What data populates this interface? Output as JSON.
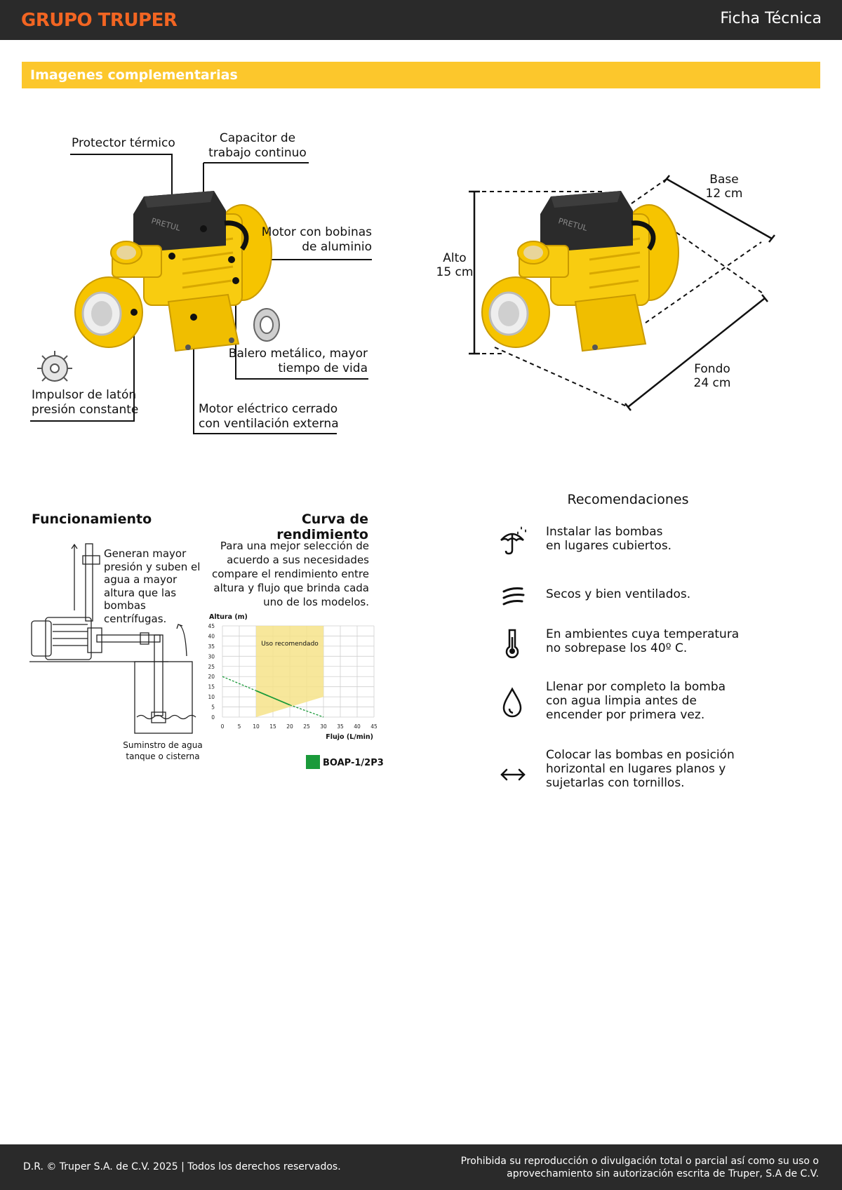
{
  "header": {
    "brand": "GRUPO TRUPER",
    "doc_type": "Ficha Técnica"
  },
  "section": {
    "title": "Imagenes complementarias"
  },
  "features": {
    "protector": "Protector térmico",
    "capacitor_l1": "Capacitor de",
    "capacitor_l2": "trabajo continuo",
    "motor_bobinas_l1": "Motor con bobinas",
    "motor_bobinas_l2": "de aluminio",
    "balero_l1": "Balero metálico, mayor",
    "balero_l2": "tiempo de vida",
    "impulsor_l1": "Impulsor de latón",
    "impulsor_l2": "presión constante",
    "motor_electrico_l1": "Motor eléctrico cerrado",
    "motor_electrico_l2": "con ventilación externa",
    "pump_brand": "PRETUL"
  },
  "dimensions": {
    "alto_label": "Alto",
    "alto_value": "15 cm",
    "base_label": "Base",
    "base_value": "12 cm",
    "fondo_label": "Fondo",
    "fondo_value": "24 cm"
  },
  "funcionamiento": {
    "title": "Funcionamiento",
    "text_lines": [
      "Generan mayor",
      "presión y suben el",
      "agua a mayor",
      "altura que las",
      "bombas centrífugas."
    ],
    "supply_l1": "Suminstro de agua",
    "supply_l2": "tanque o cisterna"
  },
  "curva": {
    "title": "Curva de rendimiento",
    "text_lines": [
      "Para una mejor selección de",
      "acuerdo a sus necesidades",
      "compare el rendimiento entre",
      "altura y flujo que brinda cada",
      "uno de los modelos."
    ]
  },
  "chart_data": {
    "type": "line",
    "ylabel": "Altura (m)",
    "xlabel": "Flujo (L/min)",
    "xlim": [
      0,
      45
    ],
    "ylim": [
      0,
      45
    ],
    "x_ticks": [
      0,
      5,
      10,
      15,
      20,
      25,
      30,
      35,
      40,
      45
    ],
    "y_ticks": [
      0,
      5,
      10,
      15,
      20,
      25,
      30,
      35,
      40,
      45
    ],
    "grid": true,
    "recommended_label": "Uso recomendado",
    "recommended_region": {
      "x": [
        10,
        30
      ],
      "top_y": 45,
      "bottom_y_at_x_start": 0,
      "bottom_y_at_x_end": 10
    },
    "series": [
      {
        "name": "BOAP-1/2P3",
        "color": "#1a9a3a",
        "x": [
          0,
          10,
          20,
          30
        ],
        "y": [
          20,
          13,
          6,
          0
        ],
        "solid_range": [
          10,
          20
        ]
      }
    ]
  },
  "recomendaciones": {
    "title": "Recomendaciones",
    "items": [
      {
        "icon": "umbrella-rain-icon",
        "lines": [
          "Instalar las bombas",
          "en lugares cubiertos."
        ]
      },
      {
        "icon": "wind-icon",
        "lines": [
          "Secos y bien ventilados."
        ]
      },
      {
        "icon": "thermometer-icon",
        "lines": [
          "En ambientes cuya temperatura",
          "no sobrepase los 40º C."
        ]
      },
      {
        "icon": "water-drop-icon",
        "lines": [
          "Llenar por completo la bomba",
          "con agua limpia antes de",
          "encender por primera vez."
        ]
      },
      {
        "icon": "horizontal-arrows-icon",
        "lines": [
          "Colocar las bombas en posición",
          "horizontal en lugares planos y",
          "sujetarlas con tornillos."
        ]
      }
    ]
  },
  "footer": {
    "left": "D.R. © Truper S.A. de C.V. 2025 | Todos los derechos reservados.",
    "right_l1": "Prohibida su reproducción o divulgación total o parcial así como su uso o",
    "right_l2": "aprovechamiento sin autorización escrita de Truper, S.A de C.V."
  }
}
